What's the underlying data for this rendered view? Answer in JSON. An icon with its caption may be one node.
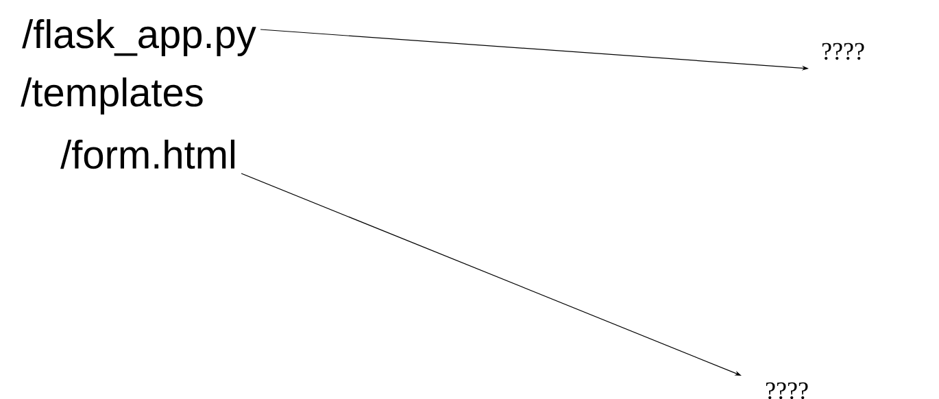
{
  "diagram": {
    "nodes": [
      {
        "text": [
          "/flask_app.py"
        ]
      },
      {
        "text": [
          "????"
        ]
      },
      {
        "text": [
          "/form.html"
        ]
      },
      {
        "text": [
          "????"
        ]
      }
    ],
    "edges": [
      {
        "from": 0,
        "to": 1,
        "arrow": "to"
      },
      {
        "from": 2,
        "to": 3,
        "arrow": "to"
      }
    ],
    "labels": [
      "/templates"
    ]
  }
}
